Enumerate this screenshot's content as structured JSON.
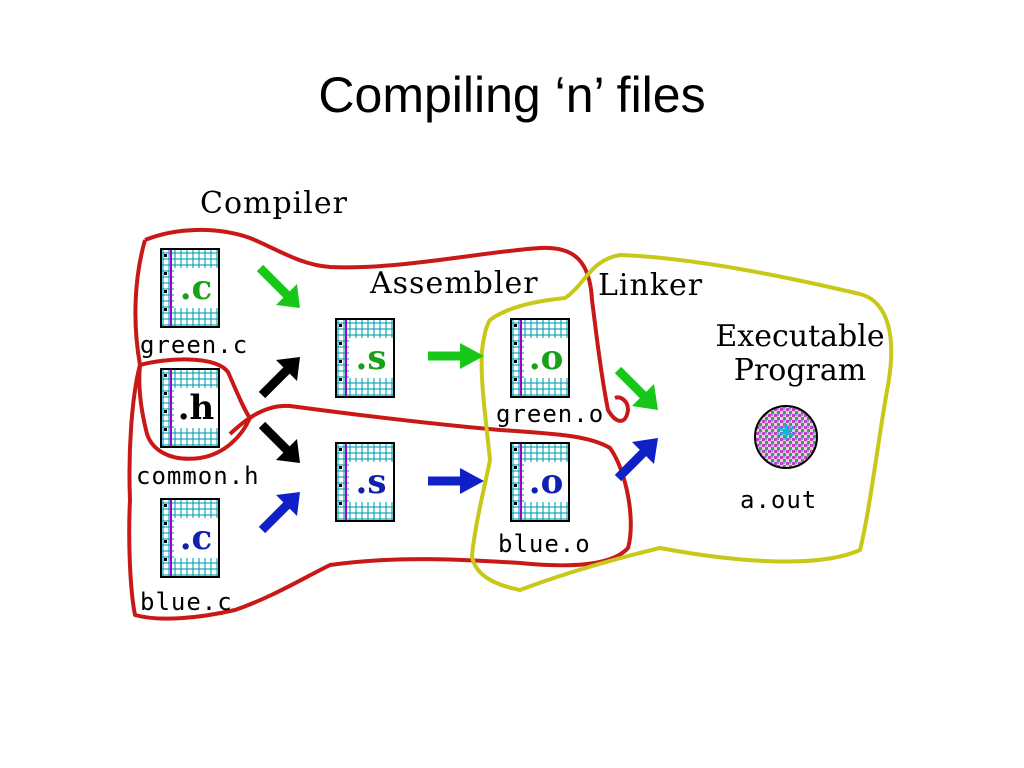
{
  "slide": {
    "title": "Compiling ‘n’ files"
  },
  "regions": {
    "compiler": "Compiler",
    "assembler": "Assembler",
    "linker": "Linker"
  },
  "files": {
    "green_c": {
      "ext": ".c",
      "label": "green.c"
    },
    "common_h": {
      "ext": ".h",
      "label": "common.h"
    },
    "blue_c": {
      "ext": ".c",
      "label": "blue.c"
    },
    "green_s": {
      "ext": ".s"
    },
    "blue_s": {
      "ext": ".s"
    },
    "green_o": {
      "ext": ".o",
      "label": "green.o"
    },
    "blue_o": {
      "ext": ".o",
      "label": "blue.o"
    }
  },
  "executable": {
    "line1": "Executable",
    "line2": "Program",
    "label": "a.out"
  },
  "colors": {
    "compiler_outline": "#c81818",
    "linker_outline": "#c8c818",
    "green_arrow": "#18c818",
    "blue_arrow": "#1020c8",
    "black_arrow": "#000000"
  }
}
